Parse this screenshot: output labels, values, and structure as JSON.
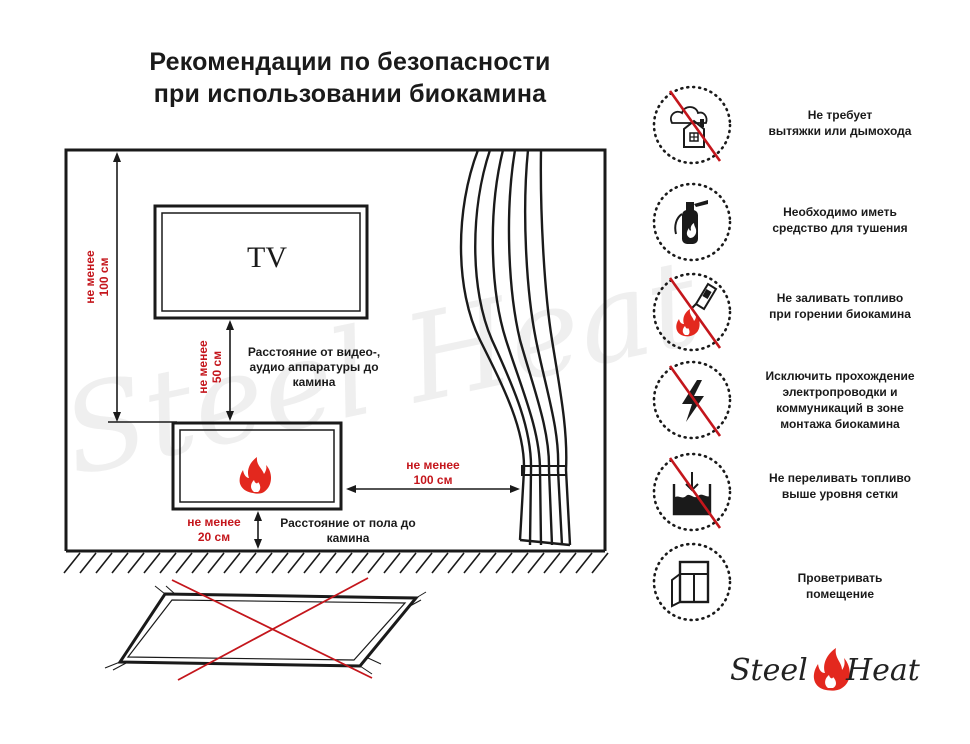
{
  "title": {
    "line1": "Рекомендации по безопасности",
    "line2": "при использовании биокамина"
  },
  "diagram": {
    "tv_label": "TV",
    "height_label": {
      "line1": "не менее",
      "line2": "100 см"
    },
    "tv_gap_label": {
      "line1": "не менее",
      "line2": "50 см"
    },
    "tv_gap_desc": {
      "line1": "Расстояние от видео-,",
      "line2": "аудио аппаратуры до",
      "line3": "камина"
    },
    "side_label": {
      "line1": "не менее",
      "line2": "100 см"
    },
    "floor_label": {
      "line1": "не менее",
      "line2": "20 см"
    },
    "floor_desc": {
      "line1": "Расстояние от пола до",
      "line2": "камина"
    },
    "watermark": "Steel Heat",
    "colors": {
      "accent": "#c4161c",
      "line": "#1a1a1a",
      "watermark": "#ececec"
    }
  },
  "rules": [
    {
      "icon": "no-chimney-icon",
      "prohibited": true,
      "lines": [
        "Не требует",
        "вытяжки или дымохода"
      ]
    },
    {
      "icon": "fire-extinguisher-icon",
      "prohibited": false,
      "lines": [
        "Необходимо иметь",
        "средство для тушения"
      ]
    },
    {
      "icon": "no-fuel-pouring-icon",
      "prohibited": true,
      "lines": [
        "Не заливать топливо",
        "при горении биокамина"
      ]
    },
    {
      "icon": "no-electricity-icon",
      "prohibited": true,
      "lines": [
        "Исключить прохождение",
        "электропроводки и",
        "коммуникаций в зоне",
        "монтажа биокамина"
      ]
    },
    {
      "icon": "no-overfill-icon",
      "prohibited": true,
      "lines": [
        "Не переливать топливо",
        "выше уровня сетки"
      ]
    },
    {
      "icon": "ventilate-window-icon",
      "prohibited": false,
      "lines": [
        "Проветривать",
        "помещение"
      ]
    }
  ],
  "logo": {
    "text_left": "Steel",
    "text_right": "Heat",
    "icon": "flame-icon"
  }
}
